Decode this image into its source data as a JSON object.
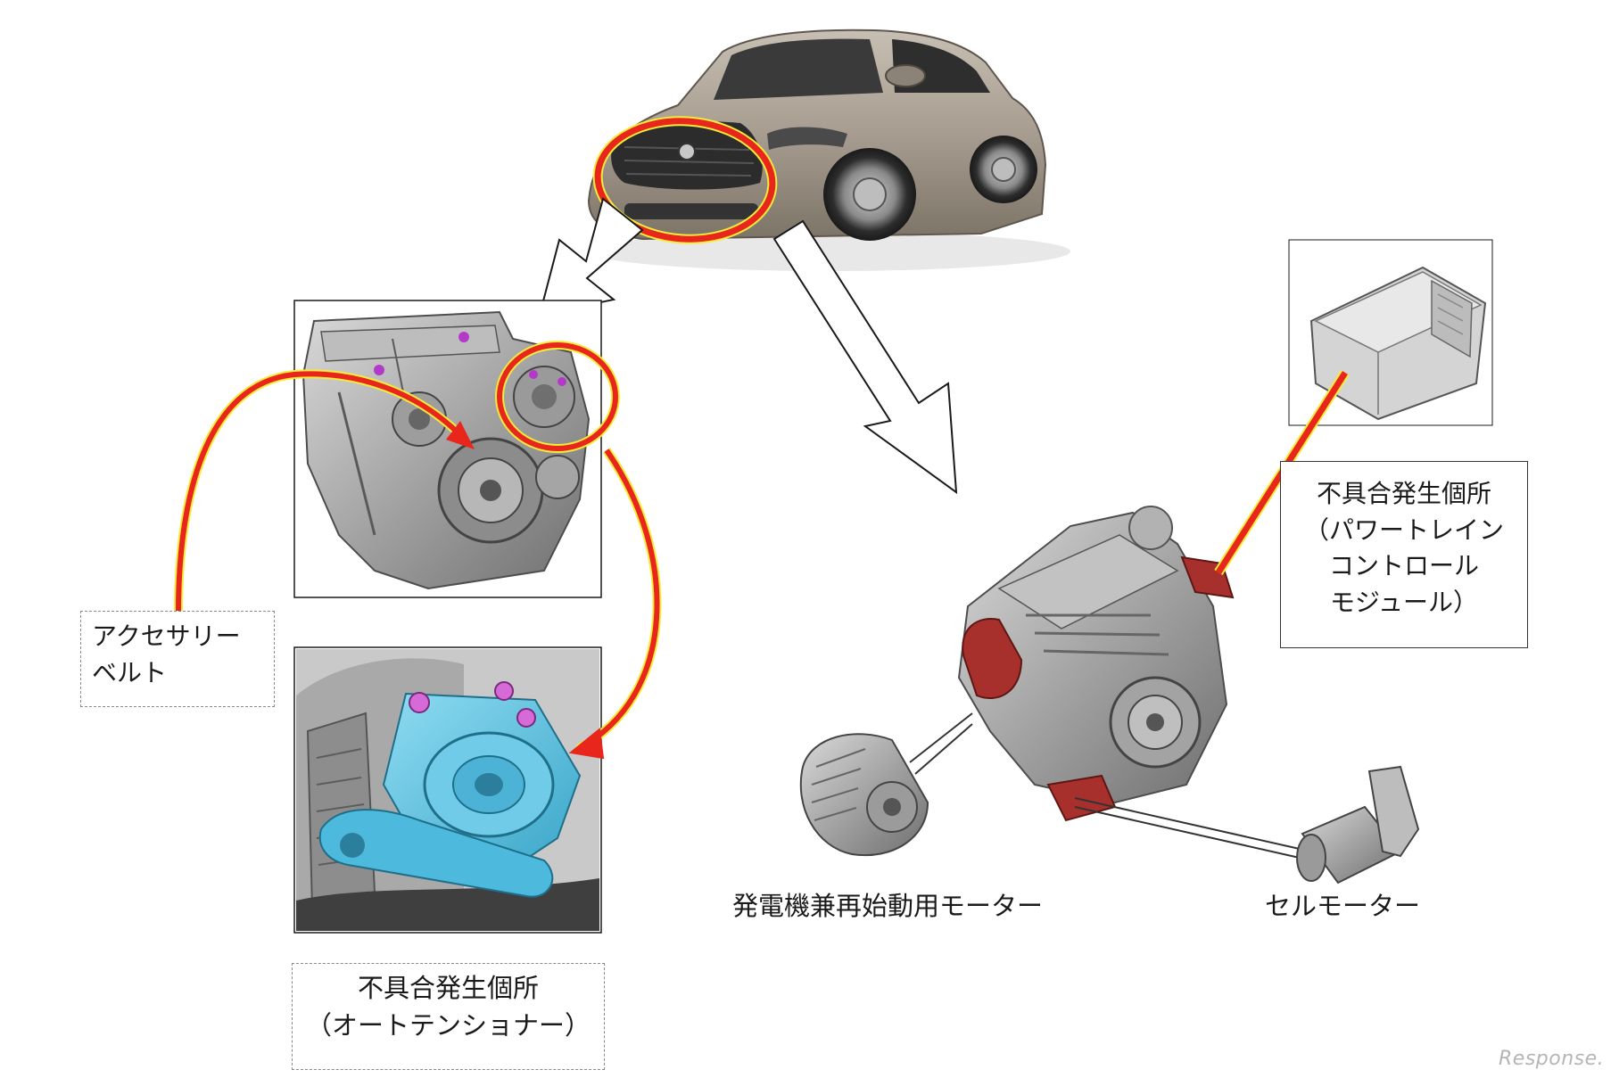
{
  "labels": {
    "belt": [
      "アクセサリー",
      "ベルト"
    ],
    "tensioner": [
      "不具合発生個所",
      "（オートテンショナー）"
    ],
    "pcm": [
      "不具合発生個所",
      "（パワートレイン",
      "コントロール",
      "モジュール）"
    ],
    "generator": "発電機兼再始動用モーター",
    "starter": "セルモーター"
  },
  "watermark": "Response.",
  "colors": {
    "highlight_red": "#e8261c",
    "highlight_yellow": "#f7ec3a",
    "car_body": "#a79d90",
    "engine_grey": "#9a9a9a",
    "tensioner_cyan": "#5fc8e6",
    "defect_red": "#a8302c"
  },
  "icons": {
    "car": "suv-car-icon",
    "engine": "engine-block-icon",
    "tensioner": "auto-tensioner-icon",
    "pcm": "control-module-icon",
    "generator": "alternator-icon",
    "starter": "starter-motor-icon"
  }
}
